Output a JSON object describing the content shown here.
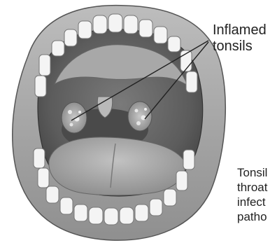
{
  "figure": {
    "callout_lines": [
      "Inflamed",
      "tonsils"
    ],
    "caption_lines": [
      "Tonsil",
      "throat",
      "infect",
      "patho"
    ],
    "colors": {
      "ink": "#222222",
      "gum": "#a9a9a9",
      "tooth": "#f4f4f4",
      "tongue": "#9a9a9a",
      "tonsil": "#9c9c9c"
    }
  }
}
